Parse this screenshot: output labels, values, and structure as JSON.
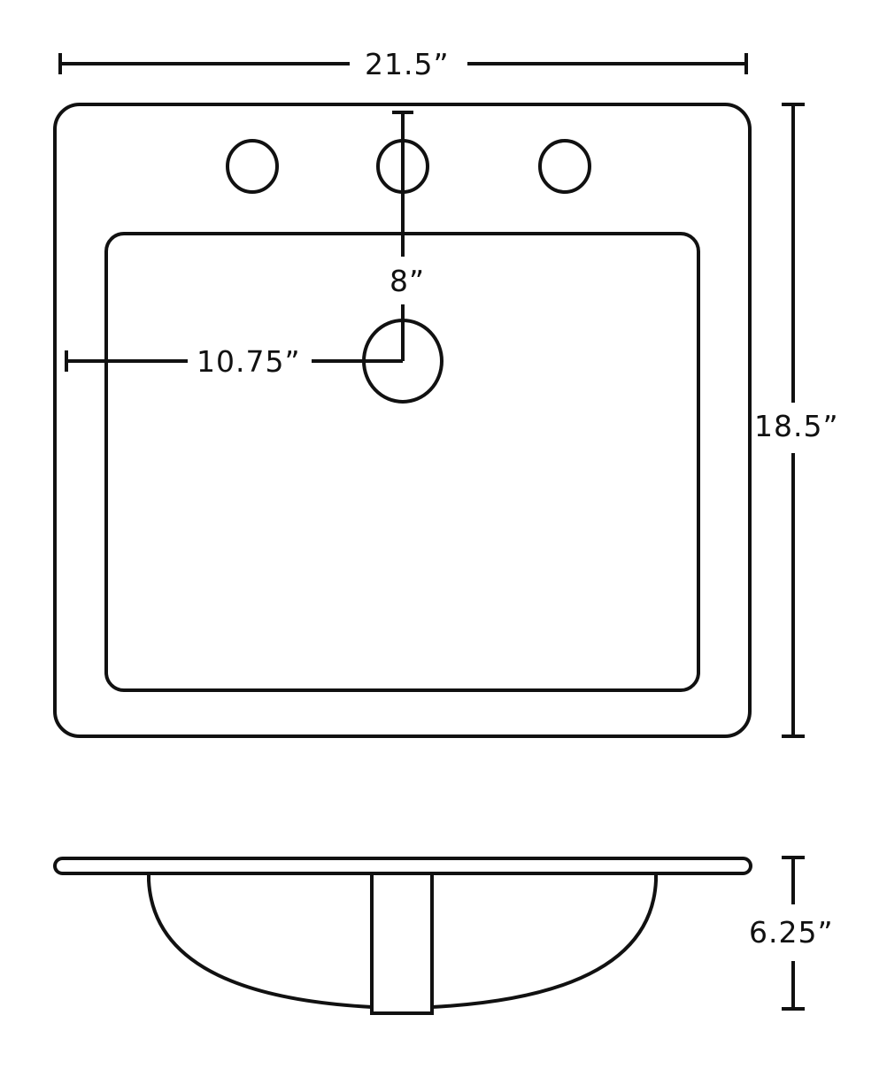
{
  "diagram": {
    "type": "sink-dimension-drawing",
    "stroke_color": "#111111",
    "background": "#ffffff",
    "top_view": {
      "width_label": "21.5”",
      "height_label": "18.5”",
      "faucet_spread_label": "8”",
      "drain_offset_label": "10.75”",
      "faucet_holes": 3,
      "drain_holes": 1
    },
    "side_view": {
      "depth_label": "6.25”"
    }
  }
}
